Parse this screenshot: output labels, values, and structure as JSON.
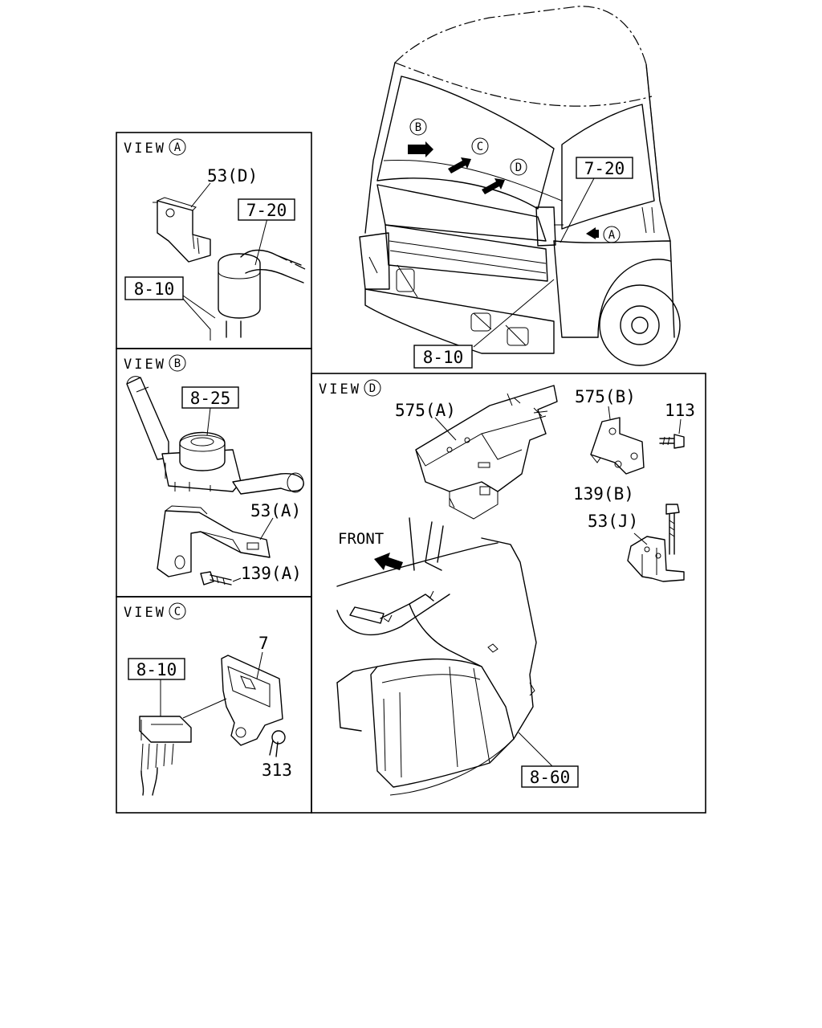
{
  "view_word": "VIEW",
  "view_letters": {
    "a": "A",
    "b": "B",
    "c": "C",
    "d": "D"
  },
  "truck": {
    "marker_b": "B",
    "marker_c": "C",
    "marker_d": "D",
    "marker_a": "A",
    "callout_mirror": "7-20",
    "callout_lower": "8-10"
  },
  "view_a": {
    "bracket": "53(D)",
    "connector": "7-20",
    "harness": "8-10"
  },
  "view_b": {
    "switch": "8-25",
    "bracket": "53(A)",
    "bolt": "139(A)"
  },
  "view_c": {
    "bracket": "7",
    "harness": "8-10",
    "bolt": "313"
  },
  "view_d": {
    "front_label": "FRONT",
    "bracket_a": "575(A)",
    "bracket_b": "575(B)",
    "screw": "113",
    "bolt": "139(B)",
    "bracket_j": "53(J)",
    "unit": "8-60"
  }
}
